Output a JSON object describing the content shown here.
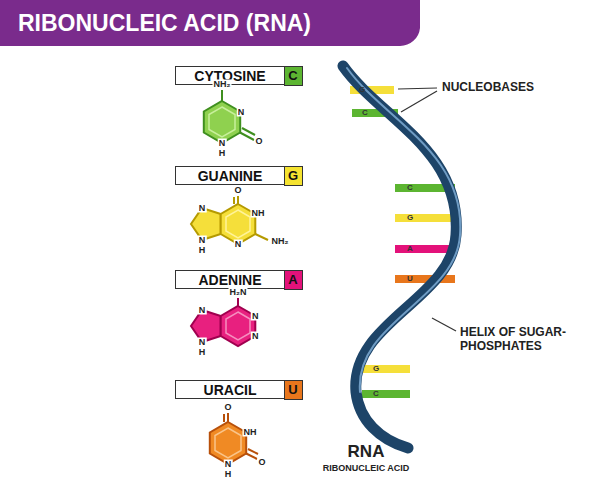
{
  "diagram": {
    "title": "RIBONUCLEIC ACID (RNA)",
    "nodes": [
      {
        "text": [
          "CYTOSINE"
        ]
      },
      {
        "text": [
          "C"
        ],
        "in": 0
      },
      {
        "text": [
          "GUANINE"
        ]
      },
      {
        "text": [
          "G"
        ],
        "in": 2
      },
      {
        "text": [
          "ADENINE"
        ]
      },
      {
        "text": [
          "A"
        ],
        "in": 4
      },
      {
        "text": [
          "URACIL"
        ]
      },
      {
        "text": [
          "U"
        ],
        "in": 6
      }
    ],
    "labels": [
      "NUCLEOBASES",
      "HELIX OF SUGAR-PHOSPHATES",
      "RNA",
      "RIBONUCLEIC ACID",
      "G",
      "C",
      "C",
      "G",
      "A",
      "U",
      "G",
      "C",
      "NH₂",
      "N",
      "N",
      "H",
      "O",
      "O",
      "NH",
      "NH₂",
      "N",
      "N",
      "N",
      "H",
      "H₂N",
      "N",
      "N",
      "N",
      "N",
      "H",
      "O",
      "NH",
      "O",
      "N",
      "H"
    ]
  }
}
